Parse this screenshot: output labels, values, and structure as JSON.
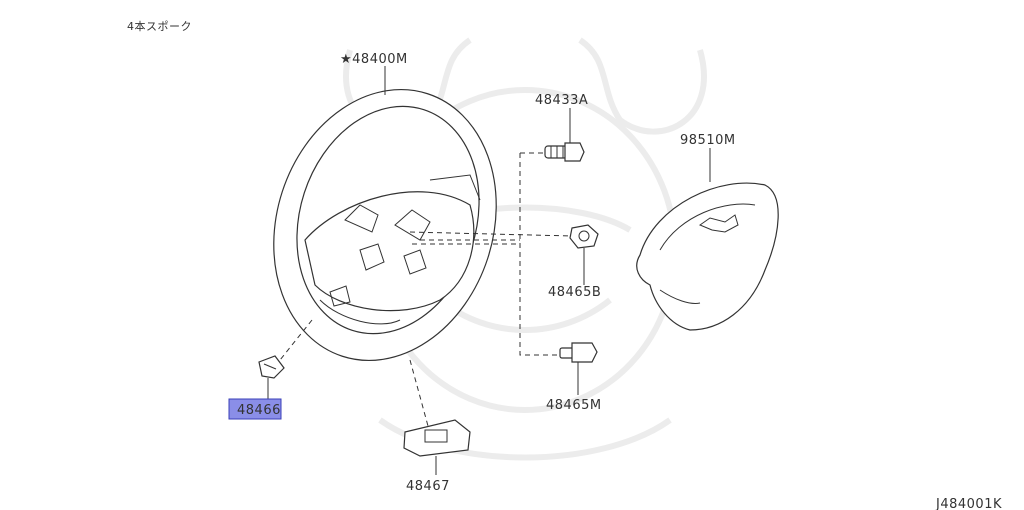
{
  "note": "4本スポーク",
  "drawing_id": "J484001K",
  "colors": {
    "highlight": "#8a8ee8",
    "line": "#333333",
    "watermark": "#ececec"
  },
  "parts": {
    "steering_wheel": "★48400M",
    "bolt": "48433A",
    "nut": "48465B",
    "screw": "48465M",
    "airbag": "98510M",
    "switch": "48466",
    "cover": "48467"
  }
}
